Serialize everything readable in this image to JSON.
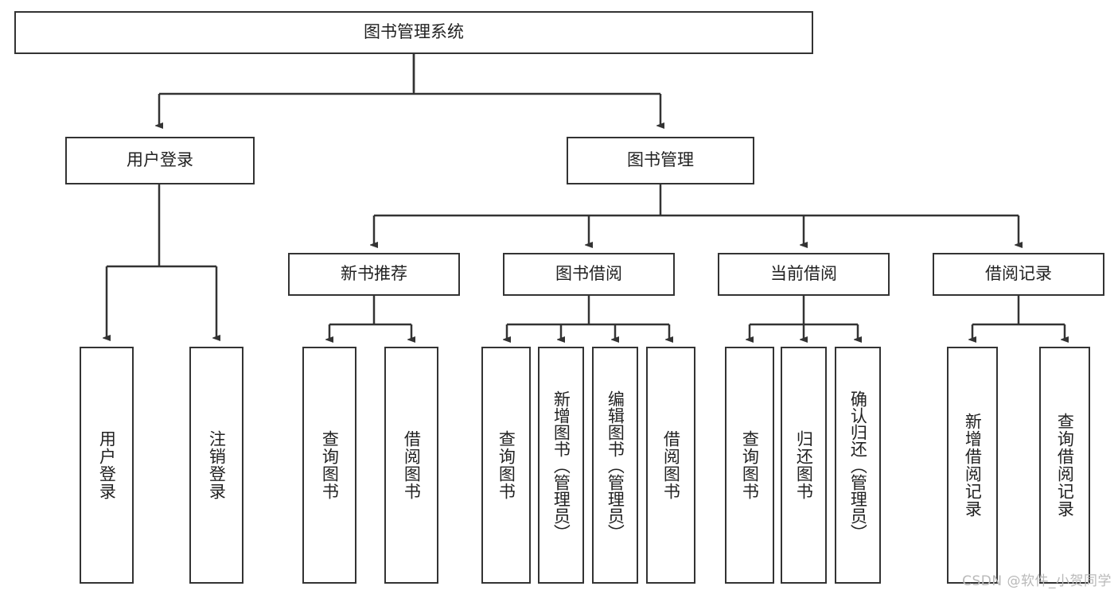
{
  "diagram": {
    "type": "tree-hierarchy",
    "title": "图书管理系统",
    "root": {
      "id": "root",
      "label": "图书管理系统"
    },
    "level1": [
      {
        "id": "user-login",
        "label": "用户登录"
      },
      {
        "id": "book-manage",
        "label": "图书管理"
      }
    ],
    "level2": [
      {
        "id": "new-book-recommend",
        "label": "新书推荐",
        "parent": "book-manage"
      },
      {
        "id": "book-borrow",
        "label": "图书借阅",
        "parent": "book-manage"
      },
      {
        "id": "current-borrow",
        "label": "当前借阅",
        "parent": "book-manage"
      },
      {
        "id": "borrow-record",
        "label": "借阅记录",
        "parent": "book-manage"
      }
    ],
    "leaves": {
      "user_login": [
        {
          "id": "leaf-user-login",
          "label": "用户登录"
        },
        {
          "id": "leaf-logout-login",
          "label": "注销登录"
        }
      ],
      "new_book_recommend": [
        {
          "id": "leaf-query-book-1",
          "label": "查询图书"
        },
        {
          "id": "leaf-borrow-book-1",
          "label": "借阅图书"
        }
      ],
      "book_borrow": [
        {
          "id": "leaf-query-book-2",
          "label": "查询图书"
        },
        {
          "id": "leaf-add-book",
          "label": "新增图书（管理员）"
        },
        {
          "id": "leaf-edit-book",
          "label": "编辑图书（管理员）"
        },
        {
          "id": "leaf-borrow-book-2",
          "label": "借阅图书"
        }
      ],
      "current_borrow": [
        {
          "id": "leaf-query-book-3",
          "label": "查询图书"
        },
        {
          "id": "leaf-return-book",
          "label": "归还图书"
        },
        {
          "id": "leaf-confirm-return",
          "label": "确认归还（管理员）"
        }
      ],
      "borrow_record": [
        {
          "id": "leaf-add-record",
          "label": "新增借阅记录"
        },
        {
          "id": "leaf-query-record",
          "label": "查询借阅记录"
        }
      ]
    },
    "watermark": "CSDN @软件_小贺同学",
    "colors": {
      "border": "#333333",
      "background": "#ffffff",
      "text": "#222222",
      "connector": "#333333",
      "watermark": "#b9b9b9"
    }
  }
}
